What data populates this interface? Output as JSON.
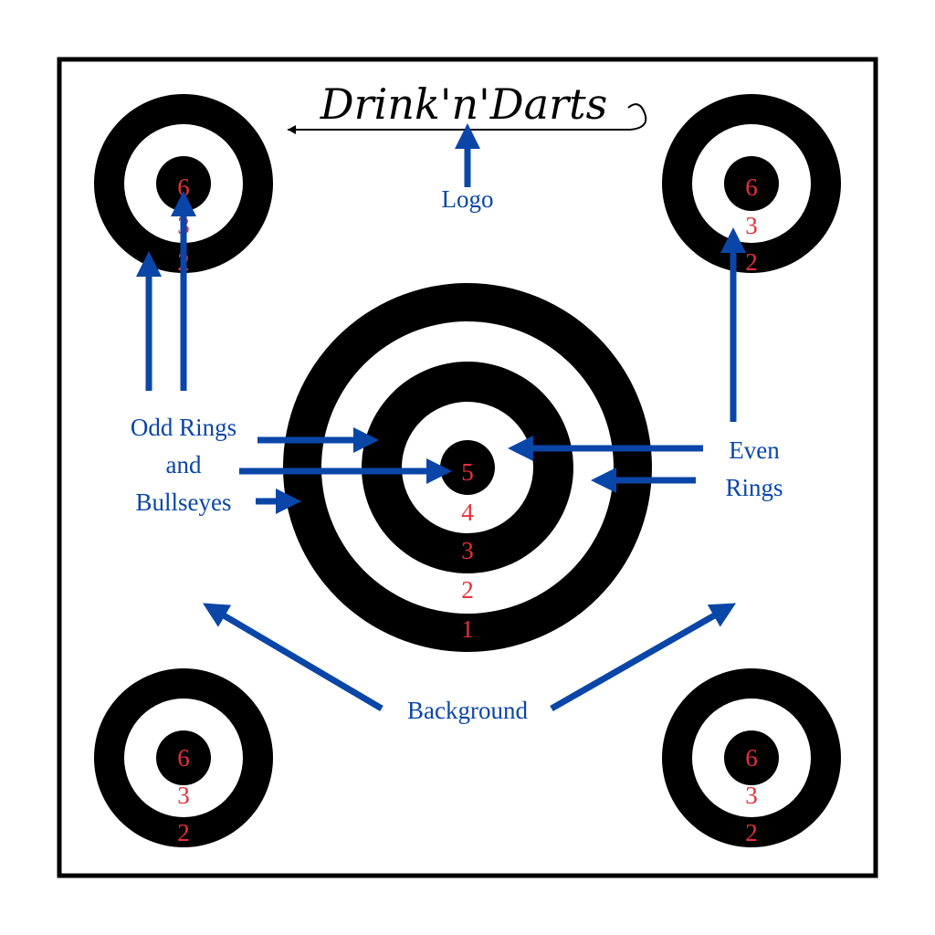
{
  "colors": {
    "ring": "#000000",
    "background": "#ffffff",
    "score": "#e8303a",
    "annotation": "#0a46a8"
  },
  "logo": {
    "text": "Drink'n'Darts"
  },
  "annotations": {
    "logo": "Logo",
    "odd_line1": "Odd Rings",
    "odd_line2": "and",
    "odd_line3": "Bullseyes",
    "even_line1": "Even",
    "even_line2": "Rings",
    "background": "Background"
  },
  "targets": {
    "center_scores": [
      "5",
      "4",
      "3",
      "2",
      "1"
    ],
    "top_left_scores": [
      "6",
      "3",
      "2"
    ],
    "top_right_scores": [
      "6",
      "3",
      "2"
    ],
    "bottom_left_scores": [
      "6",
      "3",
      "2"
    ],
    "bottom_right_scores": [
      "6",
      "3",
      "2"
    ]
  }
}
